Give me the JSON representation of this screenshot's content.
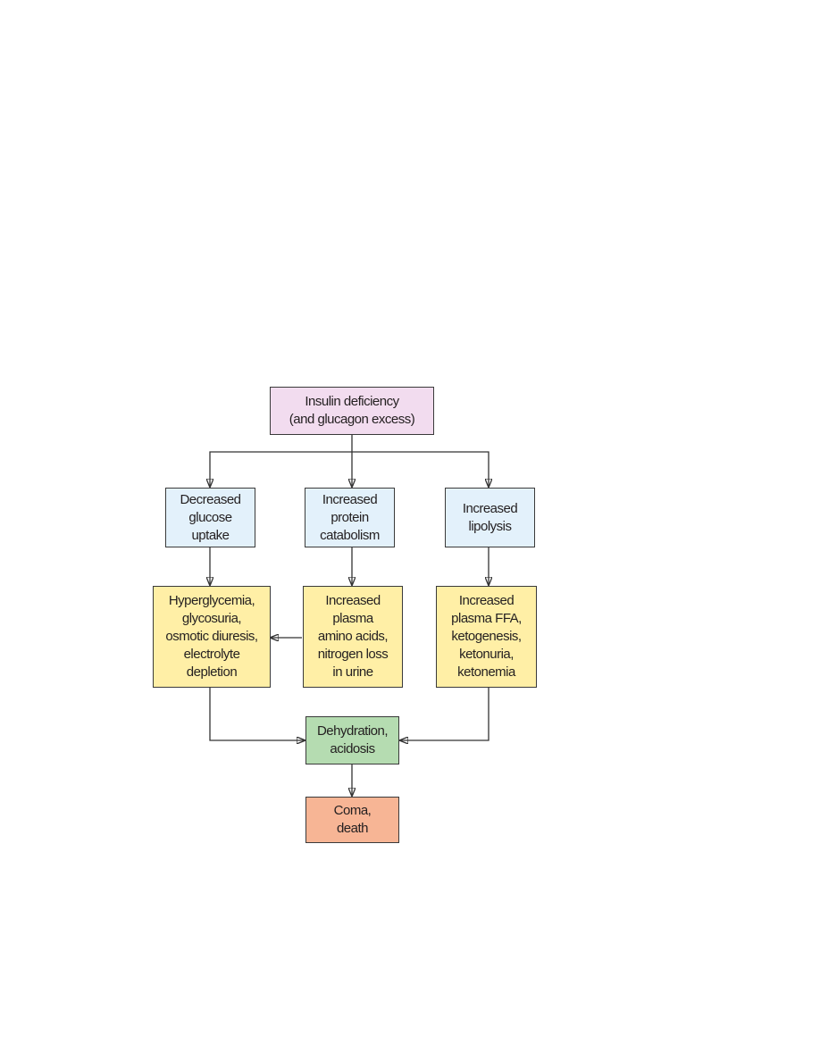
{
  "nodes": {
    "insulin_deficiency": {
      "lines": [
        "Insulin deficiency",
        "(and glucagon excess)"
      ]
    },
    "decreased_glucose_uptake": {
      "lines": [
        "Decreased",
        "glucose",
        "uptake"
      ]
    },
    "increased_protein_catabolism": {
      "lines": [
        "Increased",
        "protein",
        "catabolism"
      ]
    },
    "increased_lipolysis": {
      "lines": [
        "Increased",
        "lipolysis"
      ]
    },
    "hyperglycemia": {
      "lines": [
        "Hyperglycemia,",
        "glycosuria,",
        "osmotic diuresis,",
        "electrolyte",
        "depletion"
      ]
    },
    "plasma_amino_acids": {
      "lines": [
        "Increased",
        "plasma",
        "amino acids,",
        "nitrogen loss",
        "in urine"
      ]
    },
    "plasma_ffa": {
      "lines": [
        "Increased",
        "plasma FFA,",
        "ketogenesis,",
        "ketonuria,",
        "ketonemia"
      ]
    },
    "dehydration_acidosis": {
      "lines": [
        "Dehydration,",
        "acidosis"
      ]
    },
    "coma_death": {
      "lines": [
        "Coma,",
        "death"
      ]
    }
  },
  "colors": {
    "top": "#f2dcef",
    "second_row": "#e3f1fb",
    "third_row": "#ffefa6",
    "dehydration": "#b5dcb1",
    "outcome": "#f7b595",
    "line": "#333333"
  }
}
